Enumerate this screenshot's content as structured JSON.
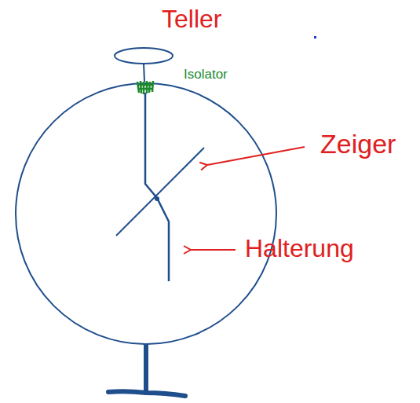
{
  "diagram": {
    "labels": [
      "Teller",
      "Isolator",
      "Zeiger",
      "Halterung"
    ]
  }
}
